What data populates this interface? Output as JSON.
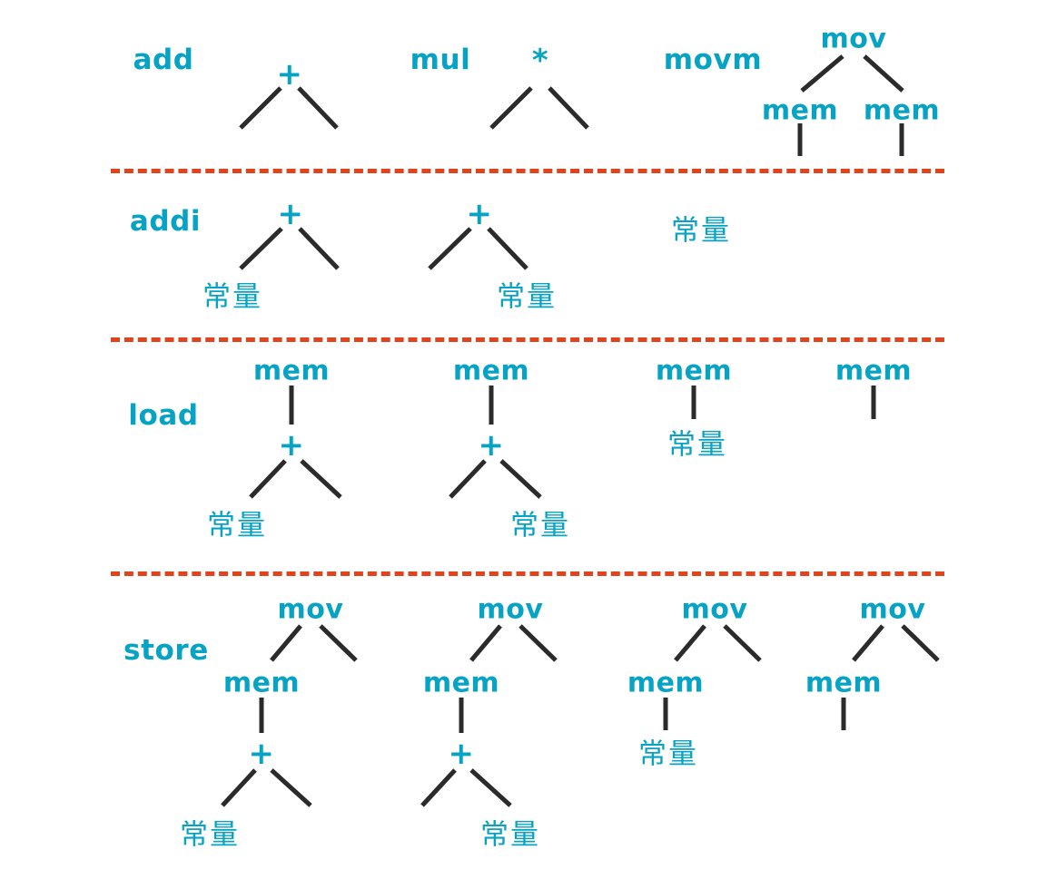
{
  "figure": {
    "title": "instruction-selection-tree-patterns",
    "colors": {
      "node_text": "#07a3c4",
      "edge": "#2b2b2b",
      "separator": "#e1431d",
      "background": "#ffffff"
    }
  },
  "labels": {
    "constant": "常量",
    "mem": "mem",
    "mov": "mov",
    "plus": "+",
    "star": "*"
  },
  "rows": [
    {
      "name": "row-arith",
      "label": "add",
      "label2": "mul",
      "label3": "movm",
      "patterns": [
        {
          "name": "add-pattern",
          "root": "+",
          "children": [
            "",
            ""
          ]
        },
        {
          "name": "mul-pattern",
          "root": "*",
          "children": [
            "",
            ""
          ]
        },
        {
          "name": "movm-pattern",
          "root": "mov",
          "children": [
            "mem",
            "mem"
          ]
        }
      ]
    },
    {
      "name": "row-addi",
      "label": "addi",
      "patterns": [
        {
          "name": "addi-pattern-left-const",
          "root": "+",
          "children": [
            "常量",
            ""
          ]
        },
        {
          "name": "addi-pattern-right-const",
          "root": "+",
          "children": [
            "",
            "常量"
          ]
        },
        {
          "name": "addi-pattern-const-only",
          "root": "常量",
          "children": []
        }
      ]
    },
    {
      "name": "row-load",
      "label": "load",
      "patterns": [
        {
          "name": "load-pattern-mem-add-const-left",
          "root": "mem",
          "children": [
            "+"
          ],
          "grandchildren": [
            "常量",
            ""
          ]
        },
        {
          "name": "load-pattern-mem-add-const-right",
          "root": "mem",
          "children": [
            "+"
          ],
          "grandchildren": [
            "",
            "常量"
          ]
        },
        {
          "name": "load-pattern-mem-const",
          "root": "mem",
          "children": [
            "常量"
          ]
        },
        {
          "name": "load-pattern-mem-reg",
          "root": "mem",
          "children": [
            ""
          ]
        }
      ]
    },
    {
      "name": "row-store",
      "label": "store",
      "patterns": [
        {
          "name": "store-pattern-mem-add-const-left",
          "root": "mov",
          "children": [
            "mem",
            ""
          ],
          "grandchildren": [
            "+"
          ],
          "greatgrandchildren": [
            "常量",
            ""
          ]
        },
        {
          "name": "store-pattern-mem-add-const-right",
          "root": "mov",
          "children": [
            "mem",
            ""
          ],
          "grandchildren": [
            "+"
          ],
          "greatgrandchildren": [
            "",
            "常量"
          ]
        },
        {
          "name": "store-pattern-mem-const",
          "root": "mov",
          "children": [
            "mem",
            ""
          ],
          "grandchildren": [
            "常量"
          ]
        },
        {
          "name": "store-pattern-mem-reg",
          "root": "mov",
          "children": [
            "mem",
            ""
          ],
          "grandchildren": [
            ""
          ]
        }
      ]
    }
  ],
  "nodes": {
    "r1_add_label": "add",
    "r1_plus": "+",
    "r1_mul_label": "mul",
    "r1_star": "*",
    "r1_movm_label": "movm",
    "r1_mov": "mov",
    "r1_mem_l": "mem",
    "r1_mem_r": "mem",
    "r2_addi_label": "addi",
    "r2_plus_a": "+",
    "r2_const_a": "常量",
    "r2_plus_b": "+",
    "r2_const_b": "常量",
    "r2_const_c": "常量",
    "r3_load_label": "load",
    "r3_mem_a": "mem",
    "r3_plus_a": "+",
    "r3_const_a": "常量",
    "r3_mem_b": "mem",
    "r3_plus_b": "+",
    "r3_const_b": "常量",
    "r3_mem_c": "mem",
    "r3_const_c": "常量",
    "r3_mem_d": "mem",
    "r4_store_label": "store",
    "r4_mov_a": "mov",
    "r4_mem_a": "mem",
    "r4_plus_a": "+",
    "r4_const_a": "常量",
    "r4_mov_b": "mov",
    "r4_mem_b": "mem",
    "r4_plus_b": "+",
    "r4_const_b": "常量",
    "r4_mov_c": "mov",
    "r4_mem_c": "mem",
    "r4_const_c": "常量",
    "r4_mov_d": "mov",
    "r4_mem_d": "mem"
  }
}
